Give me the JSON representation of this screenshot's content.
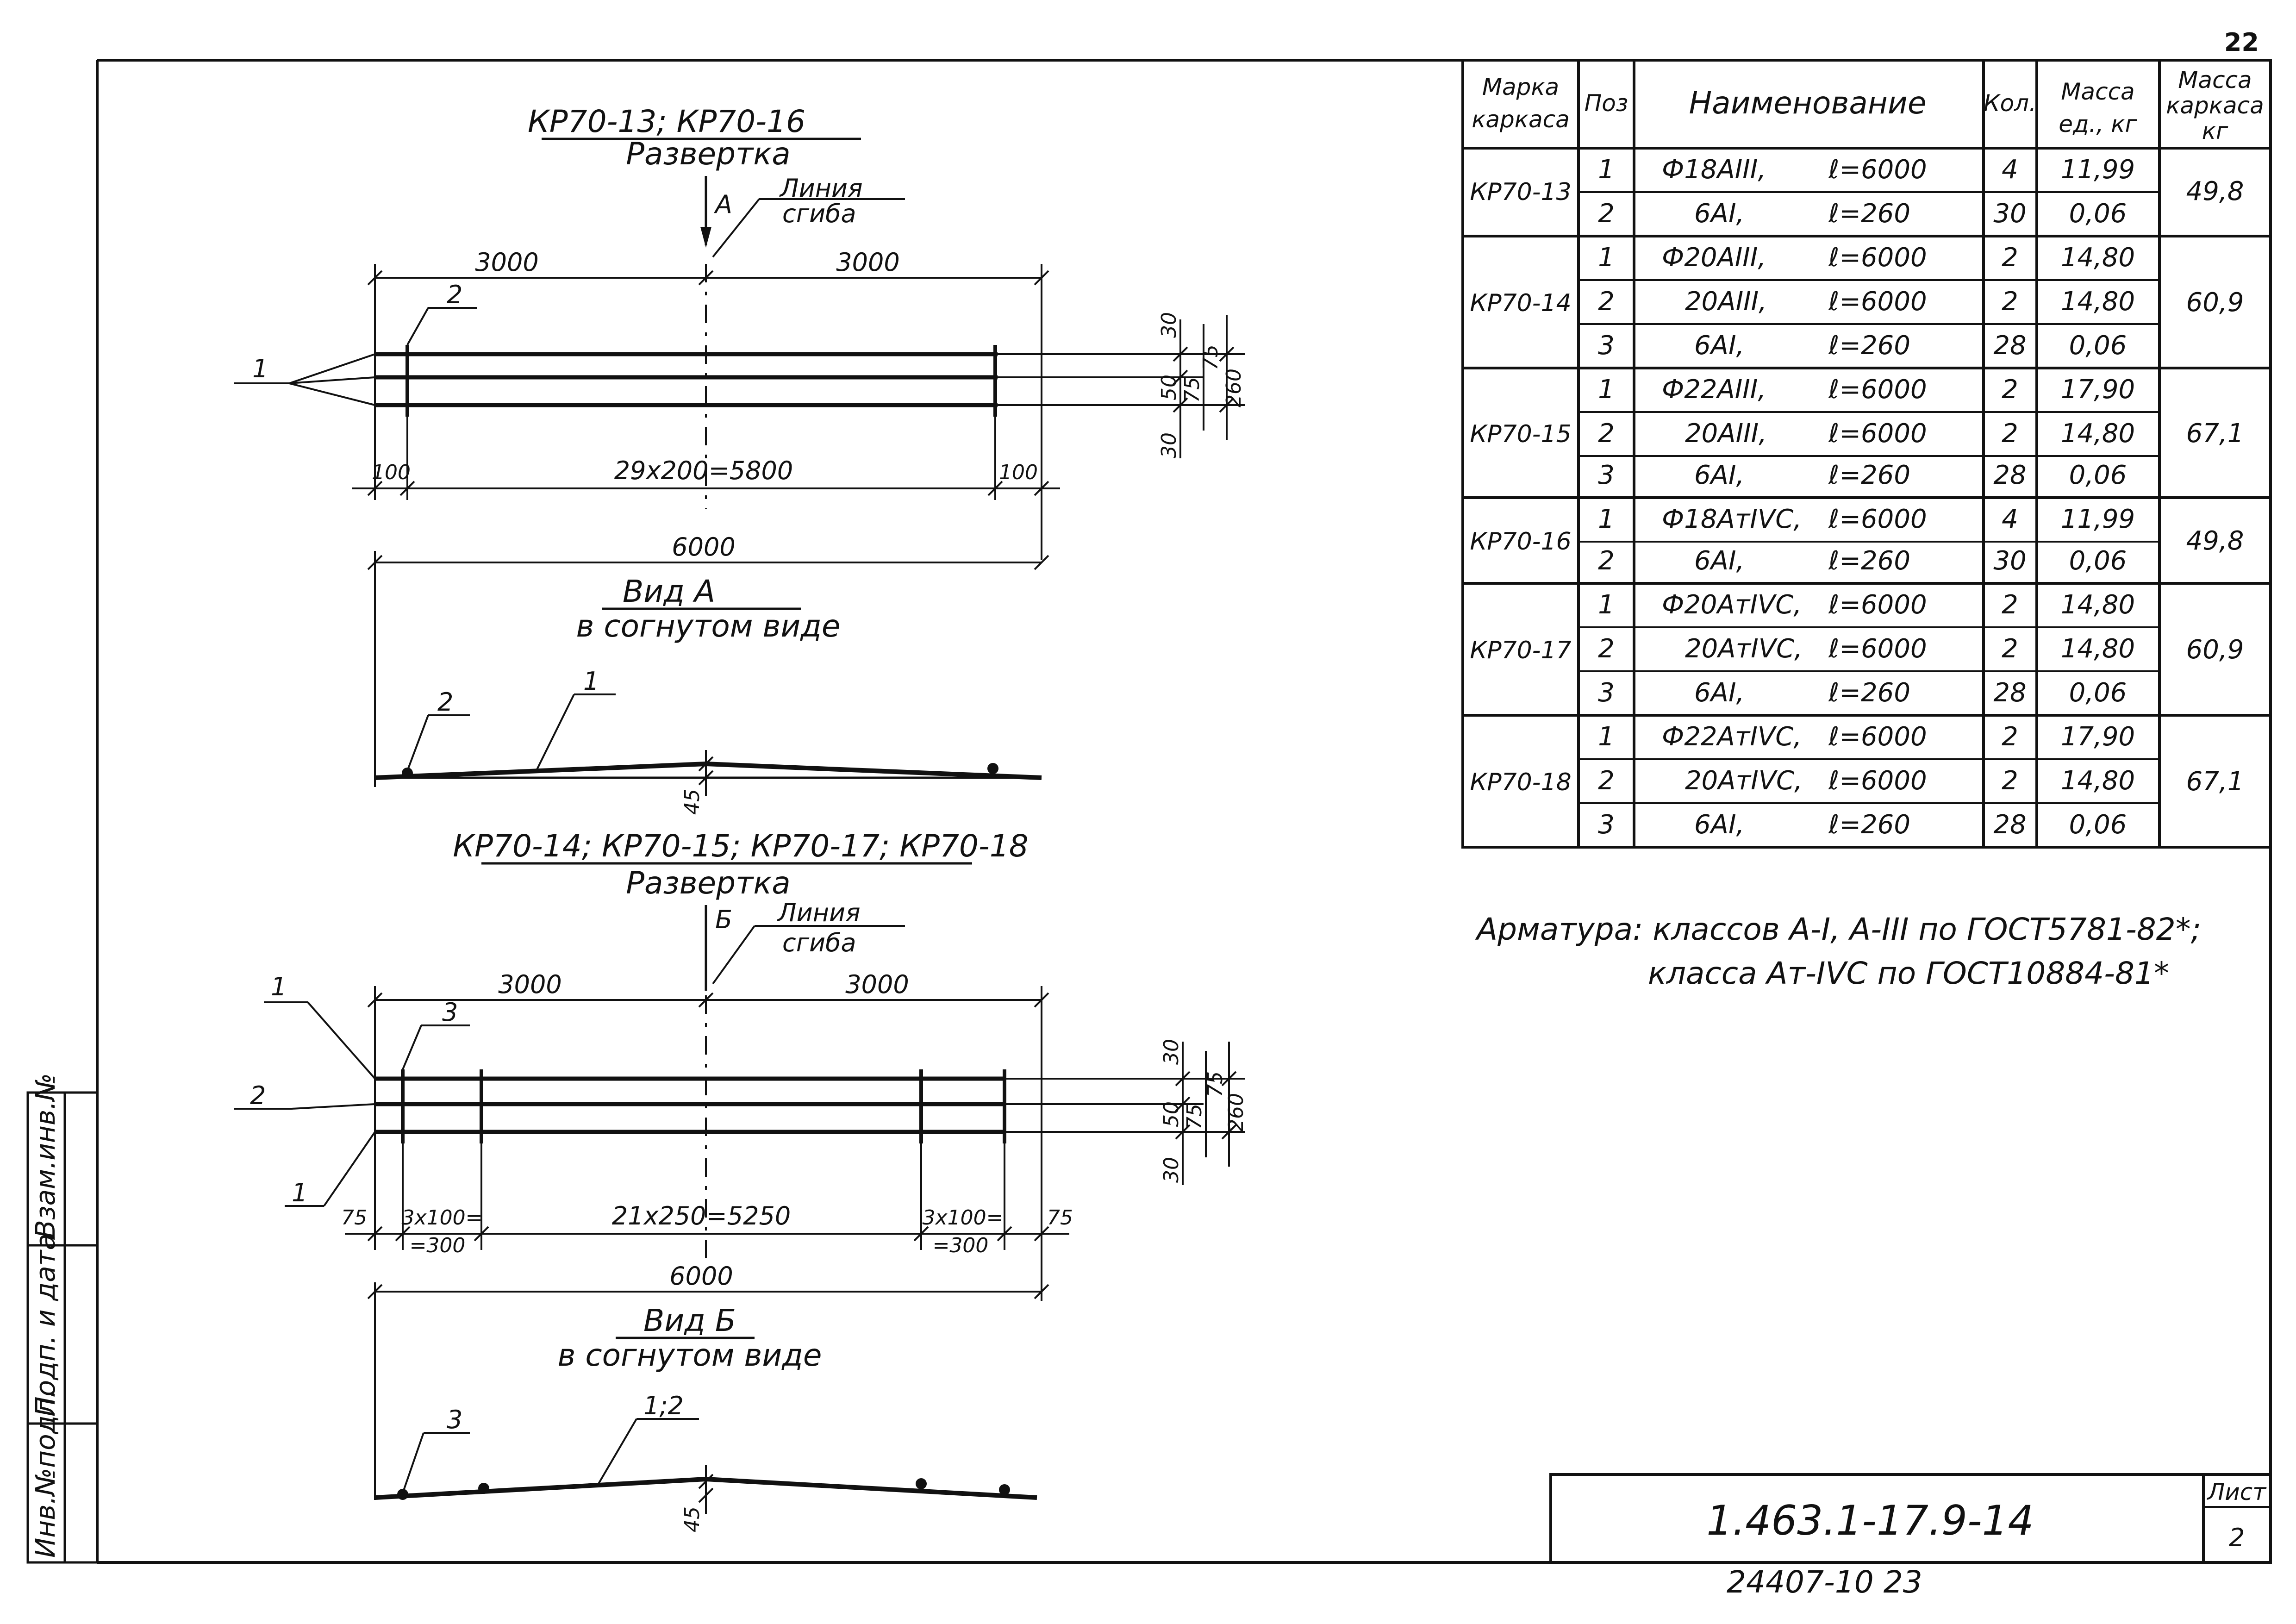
{
  "page_number": "22",
  "drawing1": {
    "title": "КР70-13; КР70-16",
    "subtitle": "Развертка",
    "section_letter": "А",
    "bend_line_label": [
      "Линия",
      "сгиба"
    ],
    "dim_left": "3000",
    "dim_right": "3000",
    "dim_spacing": "29х200=5800",
    "dim_end_left": "100",
    "dim_end_right": "100",
    "dim_total": "6000",
    "dim_vert": [
      "30",
      "50",
      "75",
      "75",
      "260",
      "30"
    ],
    "pos_labels": [
      "1",
      "2"
    ],
    "view_title": "Вид А",
    "view_subtitle": "в согнутом виде",
    "view_pos": [
      "2",
      "1"
    ],
    "view_dim": "45"
  },
  "drawing2": {
    "title": "КР70-14; КР70-15; КР70-17; КР70-18",
    "subtitle": "Развертка",
    "section_letter": "Б",
    "bend_line_label": [
      "Линия",
      "сгиба"
    ],
    "dim_left": "3000",
    "dim_right": "3000",
    "dim_spacing": "21х250=5250",
    "dim_sub_left": [
      "3х100=",
      "=300"
    ],
    "dim_sub_right": [
      "3х100=",
      "=300"
    ],
    "dim_end_left": "75",
    "dim_end_right": "75",
    "dim_total": "6000",
    "dim_vert": [
      "30",
      "50",
      "75",
      "75",
      "260",
      "30"
    ],
    "pos_labels": [
      "1",
      "2",
      "1",
      "3"
    ],
    "view_title": "Вид Б",
    "view_subtitle": "в согнутом виде",
    "view_pos": [
      "3",
      "1;2"
    ],
    "view_dim": "45"
  },
  "table": {
    "headers": {
      "mark": [
        "Марка",
        "каркаса"
      ],
      "pos": "Поз",
      "name": "Наименование",
      "qty": "Кол.",
      "unit_mass": [
        "Масса",
        "ед., кг"
      ],
      "frame_mass": [
        "Масса",
        "каркаса",
        "кг"
      ]
    },
    "groups": [
      {
        "mark": "КР70-13",
        "mass": "49,8",
        "rows": [
          {
            "pos": "1",
            "name": "Ф18АIII,",
            "len": "ℓ=6000",
            "qty": "4",
            "unit": "11,99"
          },
          {
            "pos": "2",
            "name": "6АI,",
            "len": "ℓ=260",
            "qty": "30",
            "unit": "0,06"
          }
        ]
      },
      {
        "mark": "КР70-14",
        "mass": "60,9",
        "rows": [
          {
            "pos": "1",
            "name": "Ф20АIII,",
            "len": "ℓ=6000",
            "qty": "2",
            "unit": "14,80"
          },
          {
            "pos": "2",
            "name": "20АIII,",
            "len": "ℓ=6000",
            "qty": "2",
            "unit": "14,80"
          },
          {
            "pos": "3",
            "name": "6АI,",
            "len": "ℓ=260",
            "qty": "28",
            "unit": "0,06"
          }
        ]
      },
      {
        "mark": "КР70-15",
        "mass": "67,1",
        "rows": [
          {
            "pos": "1",
            "name": "Ф22АIII,",
            "len": "ℓ=6000",
            "qty": "2",
            "unit": "17,90"
          },
          {
            "pos": "2",
            "name": "20АIII,",
            "len": "ℓ=6000",
            "qty": "2",
            "unit": "14,80"
          },
          {
            "pos": "3",
            "name": "6АI,",
            "len": "ℓ=260",
            "qty": "28",
            "unit": "0,06"
          }
        ]
      },
      {
        "mark": "КР70-16",
        "mass": "49,8",
        "rows": [
          {
            "pos": "1",
            "name": "Ф18АтIVС,",
            "len": "ℓ=6000",
            "qty": "4",
            "unit": "11,99"
          },
          {
            "pos": "2",
            "name": "6АI,",
            "len": "ℓ=260",
            "qty": "30",
            "unit": "0,06"
          }
        ]
      },
      {
        "mark": "КР70-17",
        "mass": "60,9",
        "rows": [
          {
            "pos": "1",
            "name": "Ф20АтIVС,",
            "len": "ℓ=6000",
            "qty": "2",
            "unit": "14,80"
          },
          {
            "pos": "2",
            "name": "20АтIVС,",
            "len": "ℓ=6000",
            "qty": "2",
            "unit": "14,80"
          },
          {
            "pos": "3",
            "name": "6АI,",
            "len": "ℓ=260",
            "qty": "28",
            "unit": "0,06"
          }
        ]
      },
      {
        "mark": "КР70-18",
        "mass": "67,1",
        "rows": [
          {
            "pos": "1",
            "name": "Ф22АтIVС,",
            "len": "ℓ=6000",
            "qty": "2",
            "unit": "17,90"
          },
          {
            "pos": "2",
            "name": "20АтIVС,",
            "len": "ℓ=6000",
            "qty": "2",
            "unit": "14,80"
          },
          {
            "pos": "3",
            "name": "6АI,",
            "len": "ℓ=260",
            "qty": "28",
            "unit": "0,06"
          }
        ]
      }
    ]
  },
  "note": {
    "line1": "Арматура: классов А-I, А-III по ГОСТ5781-82*;",
    "line2": "класса Ат-IVС по ГОСТ10884-81*"
  },
  "side_stamp": [
    "Инв.№подл.",
    "Подп. и дата",
    "Взам.инв.№"
  ],
  "title_block": {
    "code": "1.463.1-17.9-14",
    "sheet_label": "Лист",
    "sheet_number": "2"
  },
  "footer_code": "24407-10   23"
}
